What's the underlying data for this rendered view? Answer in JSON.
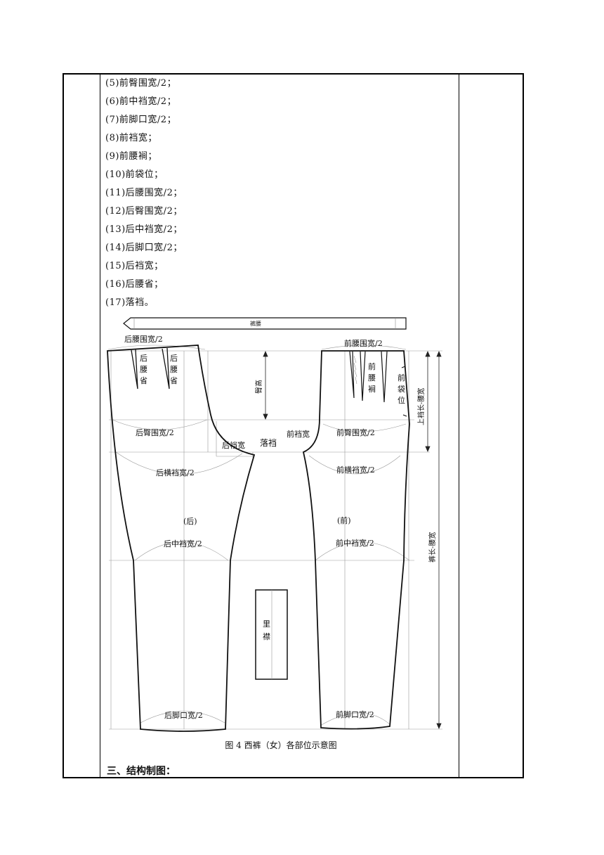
{
  "list_items": [
    "(5)前臀围宽/2；",
    "(6)前中裆宽/2；",
    "(7)前脚口宽/2；",
    "(8)前裆宽；",
    "(9)前腰裥；",
    "(10)前袋位；",
    "(11)后腰围宽/2；",
    "(12)后臀围宽/2；",
    "(13)后中裆宽/2；",
    "(14)后脚口宽/2；",
    "(15)后裆宽；",
    "(16)后腰省；",
    "(17)落裆。"
  ],
  "figure": {
    "waistband": "裤腰",
    "back_waist": "后腰围宽/2",
    "front_waist": "前腰围宽/2",
    "back_dart": [
      "后",
      "腰",
      "省"
    ],
    "front_pleat": [
      "前",
      "腰",
      "裥"
    ],
    "front_pocket": [
      "前",
      "袋",
      "位"
    ],
    "hip_height": "臀高",
    "rise_label": "上裆长-腰宽",
    "length_label": "裤长-腰宽",
    "back_hip": "后臀围宽/2",
    "front_hip": "前臀围宽/2",
    "back_crotch": "后裆宽",
    "crotch_drop": "落裆",
    "front_crotch": "前裆宽",
    "back_thigh": "后横裆宽/2",
    "front_thigh": "前横裆宽/2",
    "back_label": "(后)",
    "front_label": "(前)",
    "back_knee": "后中裆宽/2",
    "front_knee": "前中裆宽/2",
    "fly": [
      "里",
      "襟"
    ],
    "back_hem": "后脚口宽/2",
    "front_hem": "前脚口宽/2"
  },
  "caption": "图 4  西裤（女）各部位示意图",
  "section_title": "三、结构制图："
}
